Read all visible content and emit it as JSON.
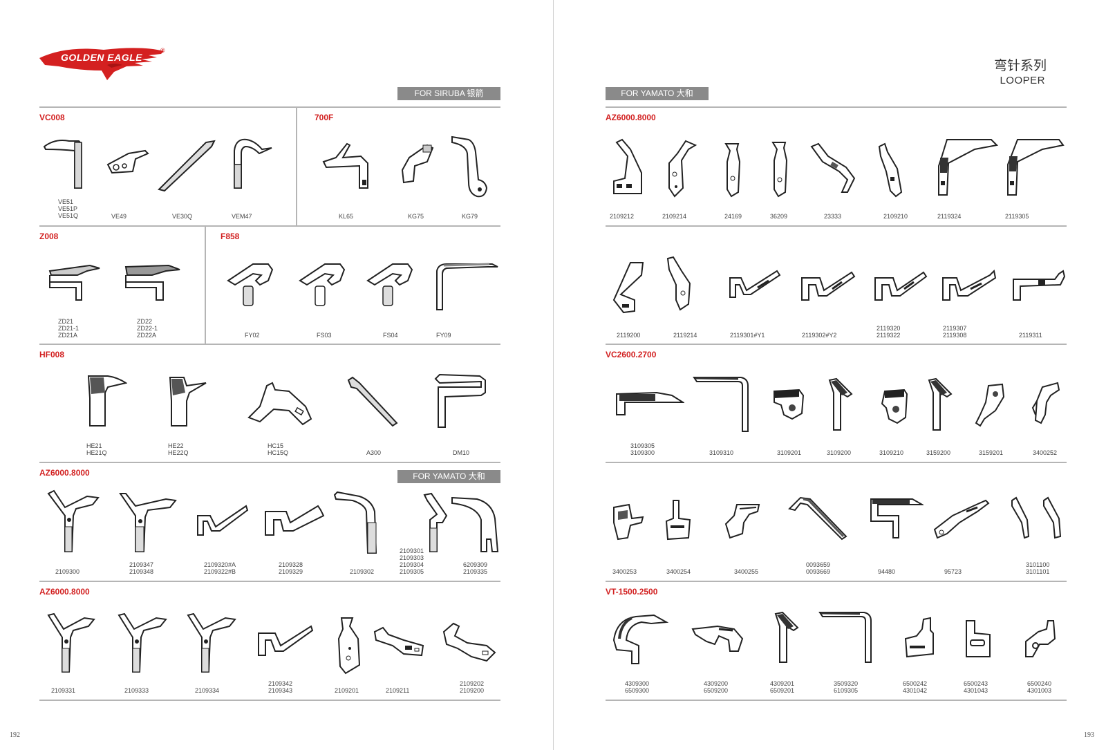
{
  "left_page": {
    "brand": {
      "name": "GOLDEN EAGLE",
      "registered": "®"
    },
    "banner_top": "FOR SIRUBA 银箭",
    "banner_mid": "FOR YAMATO 大和",
    "page_number": "192",
    "sections": [
      {
        "title": "VC008",
        "parts": [
          "VE51\nVE51P\nVE51Q",
          "VE49",
          "VE30Q",
          "VEM47"
        ]
      },
      {
        "title": "700F",
        "parts": [
          "KL65",
          "KG75",
          "KG79"
        ]
      },
      {
        "title": "Z008",
        "parts": [
          "ZD21\nZD21-1\nZD21A",
          "ZD22\nZD22-1\nZD22A"
        ]
      },
      {
        "title": "F858",
        "parts": [
          "FY02",
          "FS03",
          "FS04",
          "FY09"
        ]
      },
      {
        "title": "HF008",
        "parts": [
          "HE21\nHE21Q",
          "HE22\nHE22Q",
          "HC15\nHC15Q",
          "A300",
          "DM10"
        ]
      },
      {
        "title": "AZ6000.8000",
        "parts": [
          "2109300",
          "2109347\n2109348",
          "2109320#A\n2109322#B",
          "2109328\n2109329",
          "2109302",
          "2109301\n2109303\n2109304\n2109305",
          "6209309\n2109335"
        ]
      },
      {
        "title": "AZ6000.8000",
        "parts": [
          "2109331",
          "2109333",
          "2109334",
          "2109342\n2109343",
          "2109201",
          "2109211",
          "2109202\n2109200"
        ]
      }
    ]
  },
  "right_page": {
    "title_cn": "弯针系列",
    "title_en": "LOOPER",
    "banner_top": "FOR YAMATO 大和",
    "page_number": "193",
    "sections": [
      {
        "title": "AZ6000.8000",
        "parts": [
          "2109212",
          "2109214",
          "24169",
          "36209",
          "23333",
          "2109210",
          "2119324",
          "2119305"
        ]
      },
      {
        "title": "",
        "parts": [
          "2119200",
          "2119214",
          "2119301#Y1",
          "2119302#Y2",
          "2119320\n2119322",
          "2119307\n2119308",
          "2119311"
        ]
      },
      {
        "title": "VC2600.2700",
        "parts": [
          "3109305\n3109300",
          "3109310",
          "3109201",
          "3109200",
          "3109210",
          "3159200",
          "3159201",
          "3400252"
        ]
      },
      {
        "title": "",
        "parts": [
          "3400253",
          "3400254",
          "3400255",
          "0093659\n0093669",
          "94480",
          "95723",
          "3101100\n3101101"
        ]
      },
      {
        "title": "VT-1500.2500",
        "parts": [
          "4309300\n6509300",
          "4309200\n6509200",
          "4309201\n6509201",
          "3509320\n6109305",
          "6500242\n4301042",
          "6500243\n4301043",
          "6500240\n4301003"
        ]
      }
    ]
  }
}
